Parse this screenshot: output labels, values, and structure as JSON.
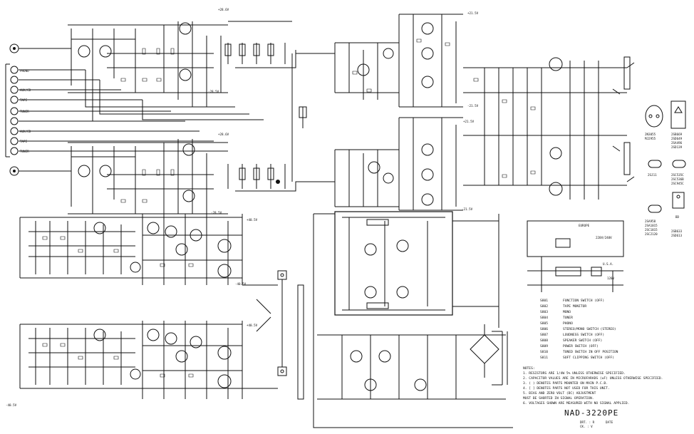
{
  "model_title": "NAD-3220PE",
  "title_block": {
    "drawn": "DRT. : R",
    "checked": "CK. : V",
    "date": "DATE"
  },
  "inputs": [
    "PHONO",
    "AUX/CD",
    "TAPE",
    "TUNER",
    "AUX/CD",
    "TAPE",
    "TUNER"
  ],
  "supply_rails": [
    "+28.6V",
    "-28.5V",
    "+40.5V",
    "-40.5V",
    "+21.5V",
    "-21.5V"
  ],
  "semiconductors": {
    "to3": [
      "2N3055",
      "MJ2955"
    ],
    "to220_right": [
      "2SB669",
      "2SD649",
      "2SA496",
      "2SD139"
    ],
    "to92_a": [
      "2SJ11"
    ],
    "to92_b": [
      "2SC535C",
      "2SC536B",
      "2SC945C"
    ],
    "small_signal": [
      "2SA958",
      "2SA1015",
      "2SC1815",
      "2SC2120"
    ],
    "bd": [
      "BD"
    ],
    "bd_types": [
      "2SB633",
      "2SD613"
    ]
  },
  "switch_legend": [
    {
      "ref": "S801",
      "desc": "FUNCTION SWITCH (OFF)"
    },
    {
      "ref": "S802",
      "desc": "TAPE MONITOR"
    },
    {
      "ref": "S803",
      "desc": "MONO"
    },
    {
      "ref": "S804",
      "desc": "TUNER"
    },
    {
      "ref": "S805",
      "desc": "PHONO"
    },
    {
      "ref": "S806",
      "desc": "STEREO/MONO SWITCH (STEREO)"
    },
    {
      "ref": "S807",
      "desc": "LOUDNESS SWITCH (OFF)"
    },
    {
      "ref": "S808",
      "desc": "SPEAKER SWITCH (OFF)"
    },
    {
      "ref": "S809",
      "desc": "POWER SWITCH (OFF)"
    },
    {
      "ref": "S810",
      "desc": "TUNED SWITCH IN OFF POSITION"
    },
    {
      "ref": "S811",
      "desc": "SOFT CLIPPING SWITCH (OFF)"
    }
  ],
  "notes": [
    "NOTES:",
    "1. RESISTORS ARE 1/4W 5% UNLESS OTHERWISE SPECIFIED.",
    "2. CAPACITOR VALUES ARE IN MICROFARADS (uF) UNLESS OTHERWISE SPECIFIED.",
    "3. ( ) DENOTES PARTS MOUNTED ON MAIN P.C.B.",
    "4. [ ] DENOTES PARTS NOT USED FOR THIS UNIT.",
    "5. BIAS AND ZERO VOLT (DC) ADJUSTMENT",
    "   MUST BE SHORTED IN SIGNAL OPERATION.",
    "6. VOLTAGES SHOWN ARE MEASURED WITH NO SIGNAL APPLIED."
  ],
  "mains": {
    "europe": "EUROPE",
    "usa": "U.S.A.",
    "v_eu": "220V/240V",
    "v_us": "120V"
  }
}
